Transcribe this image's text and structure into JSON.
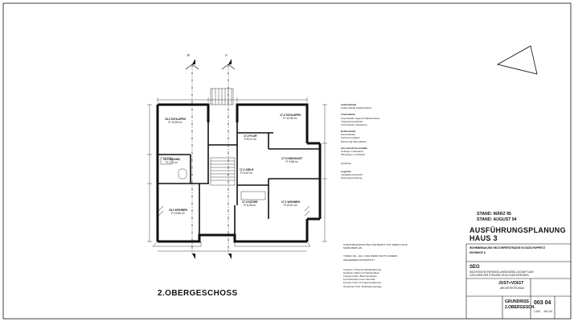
{
  "section_markers": {
    "left": "B",
    "right": "A"
  },
  "plan_title": "2.OBERGESCHOSS",
  "rooms": {
    "schlafen_left": {
      "name": "18.2 SCHLAFEN",
      "area": "Fl 12,69 m²"
    },
    "schlafen_right": {
      "name": "17.2 SCHLAFEN",
      "area": "Fl 12,95 m²"
    },
    "flur_right": {
      "name": "17.2 FLUR",
      "area": "Fl 5,01 m²"
    },
    "bad_wc": {
      "name": "18.3 BAD/WC",
      "area": "Fl 4,71 m²"
    },
    "kind_gast": {
      "name": "17.3 KIND/GAST",
      "area": "Fl 9,88 m²"
    },
    "treppe": {
      "name": "17.1 DIELE",
      "area": "Fl 5,67 m²"
    },
    "wohnen_left": {
      "name": "18.1 WOHNEN",
      "area": "Fl 19,66 m²"
    },
    "kueche": {
      "name": "17.4 KÜCHE",
      "area": "Fl 6,36 m²"
    },
    "wohnen_right": {
      "name": "17.1 WOHNEN",
      "area": "Fl 20,51 m²"
    }
  },
  "legend": {
    "heading1": "Außenwände",
    "heading2": "Innenwände",
    "heading3": "Kellerwände",
    "lines": [
      "Außenwände  Kalksandstein",
      "Innenwände tragend Kalksandstein",
      "Treppenhauswände",
      "Trennwände  Gipskarton",
      "Kaminwände",
      "Kamine  Fertigteil",
      "Dämmung  Mineralfaser"
    ]
  },
  "notes_right": {
    "heading": "Ausschluß Innenmaße",
    "line1": "Aufzüge im Bestand",
    "line2": "Öffnungen im Rohbau",
    "line3": "Schächte",
    "line4": "Legende",
    "line5": "Installationsschacht",
    "line6": "Heizungsverteilung"
  },
  "stand": {
    "line1": "STAND: MÄRZ 95",
    "line2": "STAND: AUGUST 94"
  },
  "project": {
    "title_line1": "AUSFÜHRUNGSPLANUNG",
    "title_line2": "HAUS  3"
  },
  "notes_bottom": {
    "line1": "STRASSENANSICHTEN GETRENNT FÜR JEDES HAUS",
    "line2": "SIEHE BEIPLAN",
    "line3": "TÜREN 101, 102, 3.002 WENN NICHT ANDERS",
    "line4": "ANGEGEBEN RAUMHOCH",
    "line5": "Treppen in Massivstahlausführung",
    "line6": "Geländer Stahl mit Holzhandlauf",
    "line7": "Treppenstufen Betonwerkstein",
    "line8": "Fensterbänke innen Werzalit",
    "line9": "Fenster Holz mit Isolierverglasung",
    "line10": "Haustüren Holz, Briefkastenanlage"
  },
  "titleblock": {
    "project_label": "WOHNBEBAUUNG HELTORFERSTRASSE IN DIATA PAPPRITZ",
    "project_sub": "WOHNHOF A",
    "client_code": "SEG",
    "client_line1": "SÄCHSISCHE ENTWICKLUNGSGESELLSCHAFT AAR",
    "client_line2": "LOSCHWITZER STRASSE 53 IN 01309 DRESDEN",
    "architect": "JUST+VOIGT",
    "architect_sub": "ARCHITEKTEN BDA",
    "plan_name_line1": "GRUNDRISS",
    "plan_name_line2": "2.OBERGESCH.",
    "plan_number": "003 04",
    "scale": "1:100",
    "date": "JULI 94"
  }
}
